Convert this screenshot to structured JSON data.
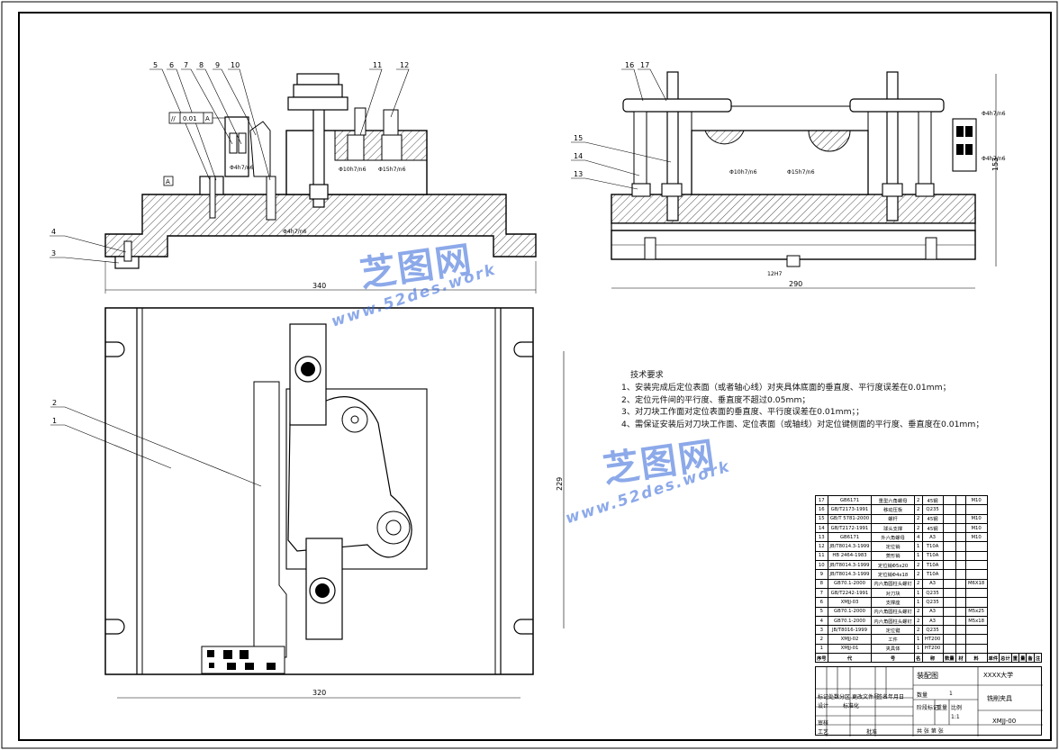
{
  "callouts": {
    "front": [
      "5",
      "6",
      "7",
      "8",
      "9",
      "10",
      "11",
      "12",
      "4",
      "3"
    ],
    "side": [
      "16",
      "17",
      "15",
      "14",
      "13"
    ],
    "plan": [
      "2",
      "1"
    ]
  },
  "tolerance": {
    "symbol": "//",
    "value": "0.01",
    "datum": "A",
    "datum_flag": "A"
  },
  "fits": {
    "f1": "Φ4h7/n6",
    "f2": "Φ10h7/n6",
    "f3": "Φ15h7/n6",
    "f4": "Φ4h7/n6",
    "f5": "Φ10h7/n6",
    "f6": "Φ15h7/n6",
    "f7": "Φ4h7/n6",
    "f8": "Φ4h7/n6",
    "key": "12H7"
  },
  "dims": {
    "front_width": "340",
    "side_width": "290",
    "side_height": "153",
    "plan_width": "320",
    "plan_height": "229"
  },
  "notes": {
    "title": "技术要求",
    "items": [
      "1、安装完成后定位表面（或者轴心线）对夹具体底面的垂直度、平行度误差在0.01mm；",
      "2、定位元件间的平行度、垂直度不超过0.05mm；",
      "3、对刀块工作面对定位表面的垂直度、平行度误差在0.01mm；；",
      "4、需保证安装后对刀块工作面、定位表面（或轴线）对定位键侧面的平行度、垂直度在0.01mm；"
    ]
  },
  "watermark": {
    "brand": "芝图网",
    "url": "www.52des.work"
  },
  "bom": {
    "rows": [
      [
        "17",
        "GB6171",
        "重型六角螺母",
        "2",
        "45钢",
        "",
        "",
        "M10"
      ],
      [
        "16",
        "GB/T2173-1991",
        "移动压板",
        "2",
        "Q235",
        "",
        "",
        ""
      ],
      [
        "15",
        "GB/T 5781-2000",
        "螺杆",
        "2",
        "45钢",
        "",
        "",
        "M10"
      ],
      [
        "14",
        "GB/T2172-1991",
        "球头支撑",
        "2",
        "45钢",
        "",
        "",
        "M10"
      ],
      [
        "13",
        "GB6171",
        "外六角螺母",
        "4",
        "A3",
        "",
        "",
        "M10"
      ],
      [
        "12",
        "JB/T8014.3-1999",
        "定位销",
        "1",
        "T10A",
        "",
        "",
        ""
      ],
      [
        "11",
        "HB 2464-1983",
        "菱形销",
        "1",
        "T10A",
        "",
        "",
        ""
      ],
      [
        "10",
        "JB/T8014.3-1999",
        "定位销Φ5x20",
        "2",
        "T10A",
        "",
        "",
        ""
      ],
      [
        "9",
        "JB/T8014.3-1999",
        "定位销Φ4x18",
        "2",
        "T10A",
        "",
        "",
        ""
      ],
      [
        "8",
        "GB70.1-2000",
        "内六角圆柱头螺钉",
        "2",
        "A3",
        "",
        "",
        "M6X18"
      ],
      [
        "7",
        "GB/T2242-1991",
        "对刀块",
        "1",
        "Q235",
        "",
        "",
        ""
      ],
      [
        "6",
        "XMJJ-03",
        "支撑座",
        "1",
        "Q235",
        "",
        "",
        ""
      ],
      [
        "5",
        "GB70.1-2000",
        "内六角圆柱头螺钉",
        "2",
        "A3",
        "",
        "",
        "M5x25"
      ],
      [
        "4",
        "GB70.1-2000",
        "内六角圆柱头螺钉",
        "2",
        "A3",
        "",
        "",
        "M5x18"
      ],
      [
        "3",
        "JB/T8016-1999",
        "定位键",
        "2",
        "Q235",
        "",
        "",
        ""
      ],
      [
        "2",
        "XMJJ-02",
        "工件",
        "1",
        "HT200",
        "",
        "",
        ""
      ],
      [
        "1",
        "XMJJ-01",
        "夹具体",
        "1",
        "HT200",
        "",
        "",
        ""
      ]
    ],
    "header": [
      "序号",
      "代",
      "号",
      "名",
      "称",
      "数量",
      "材",
      "料",
      "单件",
      "总计",
      "重",
      "量",
      "备",
      "注"
    ]
  },
  "title_block": {
    "assembly": "装配图",
    "school": "XXXX大学",
    "qty_label": "数量",
    "qty": "1",
    "part_name": "铣削夹具",
    "stage_label": "阶段标记",
    "weight_label": "重量",
    "scale_label": "比例",
    "scale": "1:1",
    "drawing_no": "XMJJ-00",
    "sheets": "共    张    第    张",
    "labels": [
      "标记",
      "处数",
      "分区",
      "更改文件号",
      "签名",
      "年月日",
      "设计",
      "标准化",
      "审核",
      "工艺",
      "批准"
    ]
  }
}
